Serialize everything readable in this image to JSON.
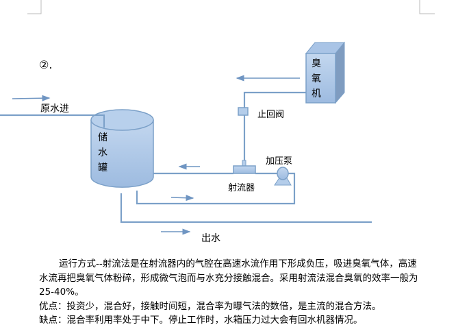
{
  "section_marker": "②.",
  "diagram": {
    "ozone_generator": "臭氧机",
    "check_valve": "止回阀",
    "booster_pump": "加压泵",
    "ejector": "射流器",
    "storage_tank": "储水罐",
    "raw_water_in": "原水进",
    "water_out": "出水",
    "colors": {
      "fill": "#b4cdea",
      "stroke": "#7ba0c8",
      "dark": "#7f9cc0",
      "arrow": "#6f95c2"
    }
  },
  "text": {
    "paragraph_1a": "运行方式--射流法是在射流器内的气腔在高速水流作用下形成负压，吸进臭氧气体，高速水流再把臭氧气体粉碎，形成微气泡而与水充分接触混合。采用射流法混合臭氧的效率一般为",
    "paragraph_1b": "25-40%",
    "paragraph_1c": "。",
    "advantages": "优点：投资少，混合好，接触时间短，混合率为曝气法的数倍，是主流的混合方法。",
    "disadvantages": "缺点：混合率利用率处于中下。停止工作时，水箱压力过大会有回水机器情况。"
  }
}
